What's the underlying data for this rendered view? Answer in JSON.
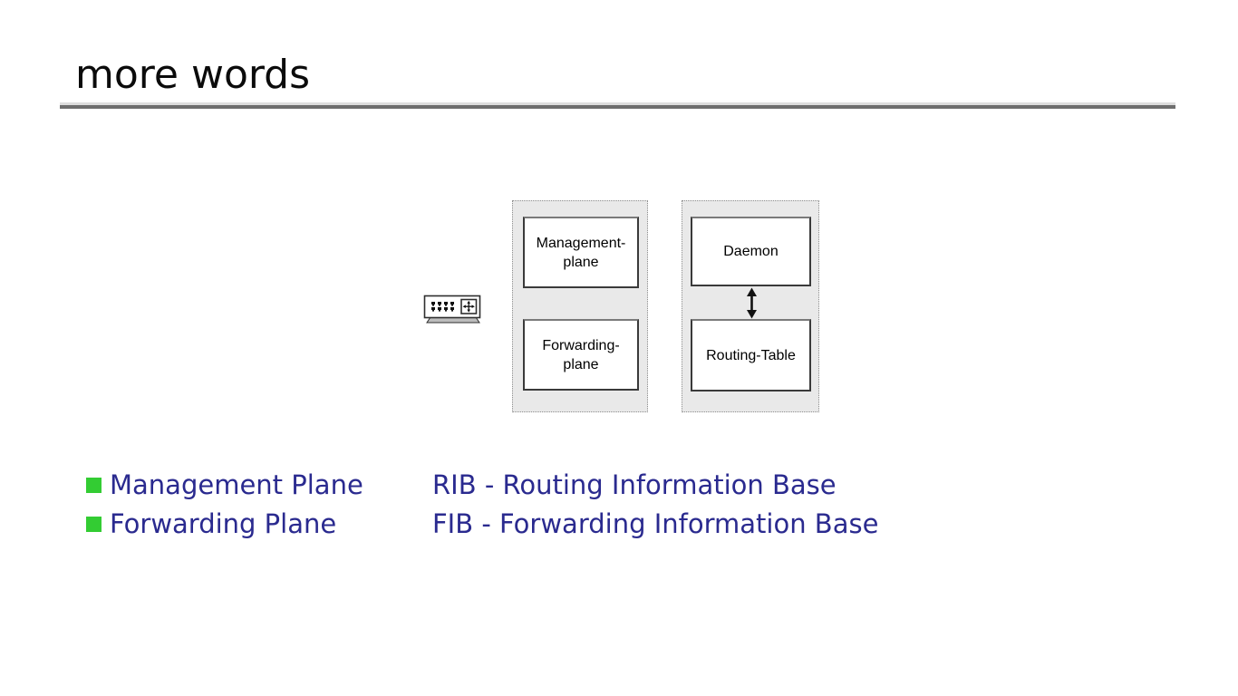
{
  "slide": {
    "title": "more words"
  },
  "diagram": {
    "left_panel": {
      "boxes": [
        {
          "line1": "Management-",
          "line2": "plane"
        },
        {
          "line1": "Forwarding-",
          "line2": "plane"
        }
      ]
    },
    "right_panel": {
      "boxes": [
        {
          "label": "Daemon"
        },
        {
          "label": "Routing-Table"
        }
      ],
      "connector": "double-headed-vertical-arrow"
    },
    "icons": [
      {
        "name": "router-switch-icon"
      }
    ],
    "panel_fill": "#e9e9e9",
    "panel_border": "dotted gray",
    "node_fill": "#ffffff"
  },
  "legend": {
    "items": [
      {
        "term": "Management Plane",
        "definition": "RIB - Routing Information Base"
      },
      {
        "term": "Forwarding Plane",
        "definition": "FIB - Forwarding Information Base"
      }
    ],
    "bullet_color": "#33cc33",
    "text_color": "#2a2a8f"
  },
  "decorations": {
    "title_rule_light": "#dedede",
    "title_rule_dark": "#6e6e6e"
  }
}
